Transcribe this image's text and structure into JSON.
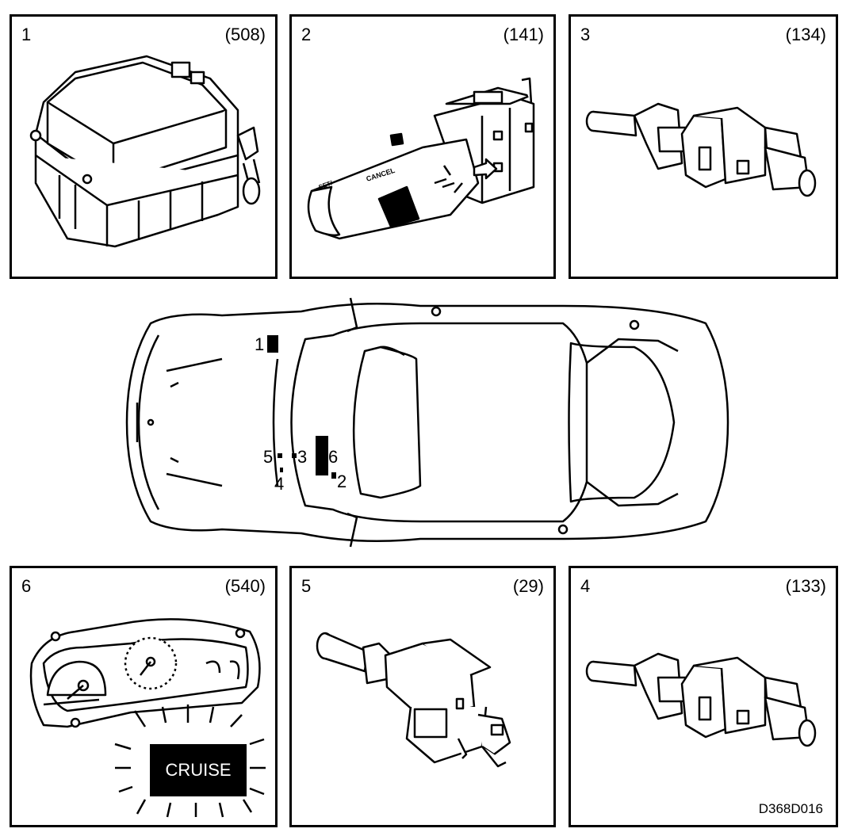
{
  "panels": [
    {
      "id": "p1",
      "number": "1",
      "code": "(508)",
      "icon": "control-module"
    },
    {
      "id": "p2",
      "number": "2",
      "code": "(141)",
      "icon": "cruise-lever-switch"
    },
    {
      "id": "p3",
      "number": "3",
      "code": "(134)",
      "icon": "pedal-switch"
    },
    {
      "id": "p6",
      "number": "6",
      "code": "(540)",
      "icon": "instrument-cluster"
    },
    {
      "id": "p5",
      "number": "5",
      "code": "(29)",
      "icon": "brake-light-switch"
    },
    {
      "id": "p4",
      "number": "4",
      "code": "(133)",
      "icon": "pedal-switch"
    }
  ],
  "lever_labels": {
    "cancel": "CANCEL",
    "set": "SET/-"
  },
  "cruise_lamp": {
    "label": "CRUISE",
    "background": "#000000",
    "text_color": "#ffffff"
  },
  "car_markers": {
    "m1": "1",
    "m2": "2",
    "m3": "3",
    "m4": "4",
    "m5": "5",
    "m6": "6"
  },
  "figure_code": "D368D016"
}
